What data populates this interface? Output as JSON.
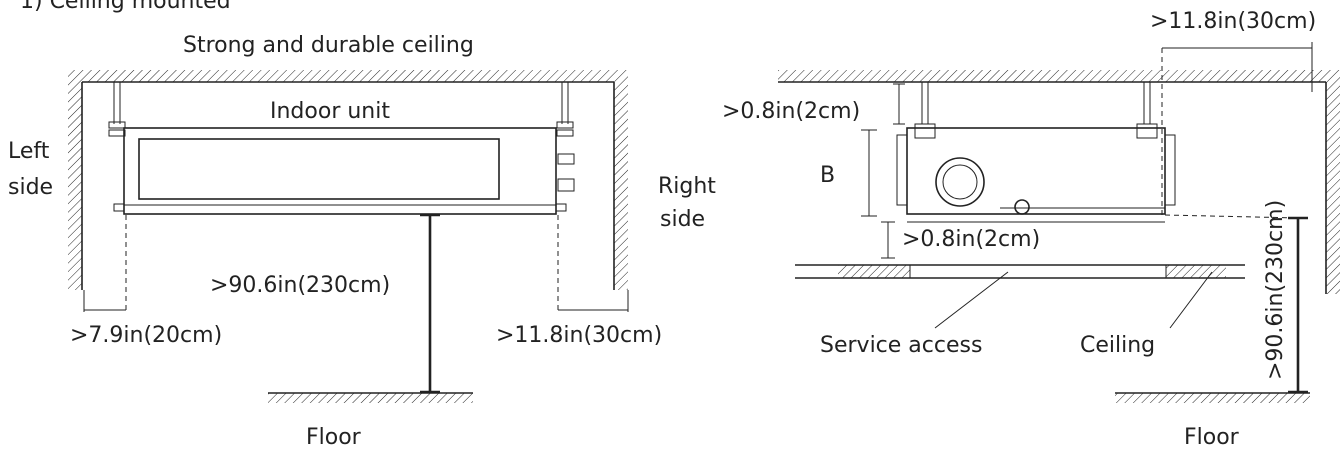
{
  "heading": "1) Ceiling mounted",
  "left_view": {
    "ceiling_label": "Strong and durable ceiling",
    "unit_label": "Indoor unit",
    "left_side_label": [
      "Left",
      "side"
    ],
    "right_side_label": [
      "Right",
      "side"
    ],
    "height_label": ">90.6in(230cm)",
    "left_clearance_label": ">7.9in(20cm)",
    "right_clearance_label": ">11.8in(30cm)",
    "floor_label": "Floor"
  },
  "right_view": {
    "top_clearance_label": ">11.8in(30cm)",
    "top_gap_label": ">0.8in(2cm)",
    "b_label": "B",
    "bottom_gap_label": ">0.8in(2cm)",
    "height_label": ">90.6in(230cm)",
    "service_access_label": "Service access",
    "ceiling_label": "Ceiling",
    "floor_label": "Floor"
  }
}
